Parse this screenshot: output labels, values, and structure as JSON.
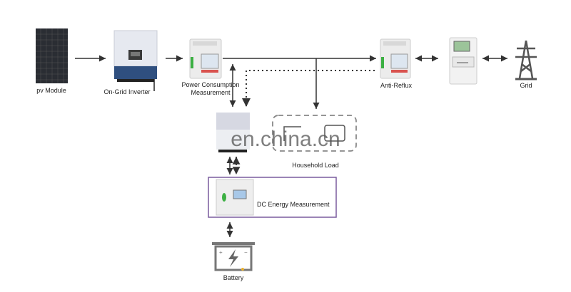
{
  "labels": {
    "pv_module": "pv Module",
    "inverter": "On-Grid Inverter",
    "power_meter_line1": "Power Consumption",
    "power_meter_line2": "Measurement",
    "anti_reflux": "Anti-Reflux",
    "grid": "Grid",
    "household_load": "Household Load",
    "dc_energy": "DC Energy Measurement",
    "battery": "Battery"
  },
  "watermark": "en.china.cn",
  "colors": {
    "line": "#333333",
    "inverter_blue": "#2f4f7f",
    "dc_box_border": "#7a5c9e",
    "meter_green": "#3cb043"
  }
}
